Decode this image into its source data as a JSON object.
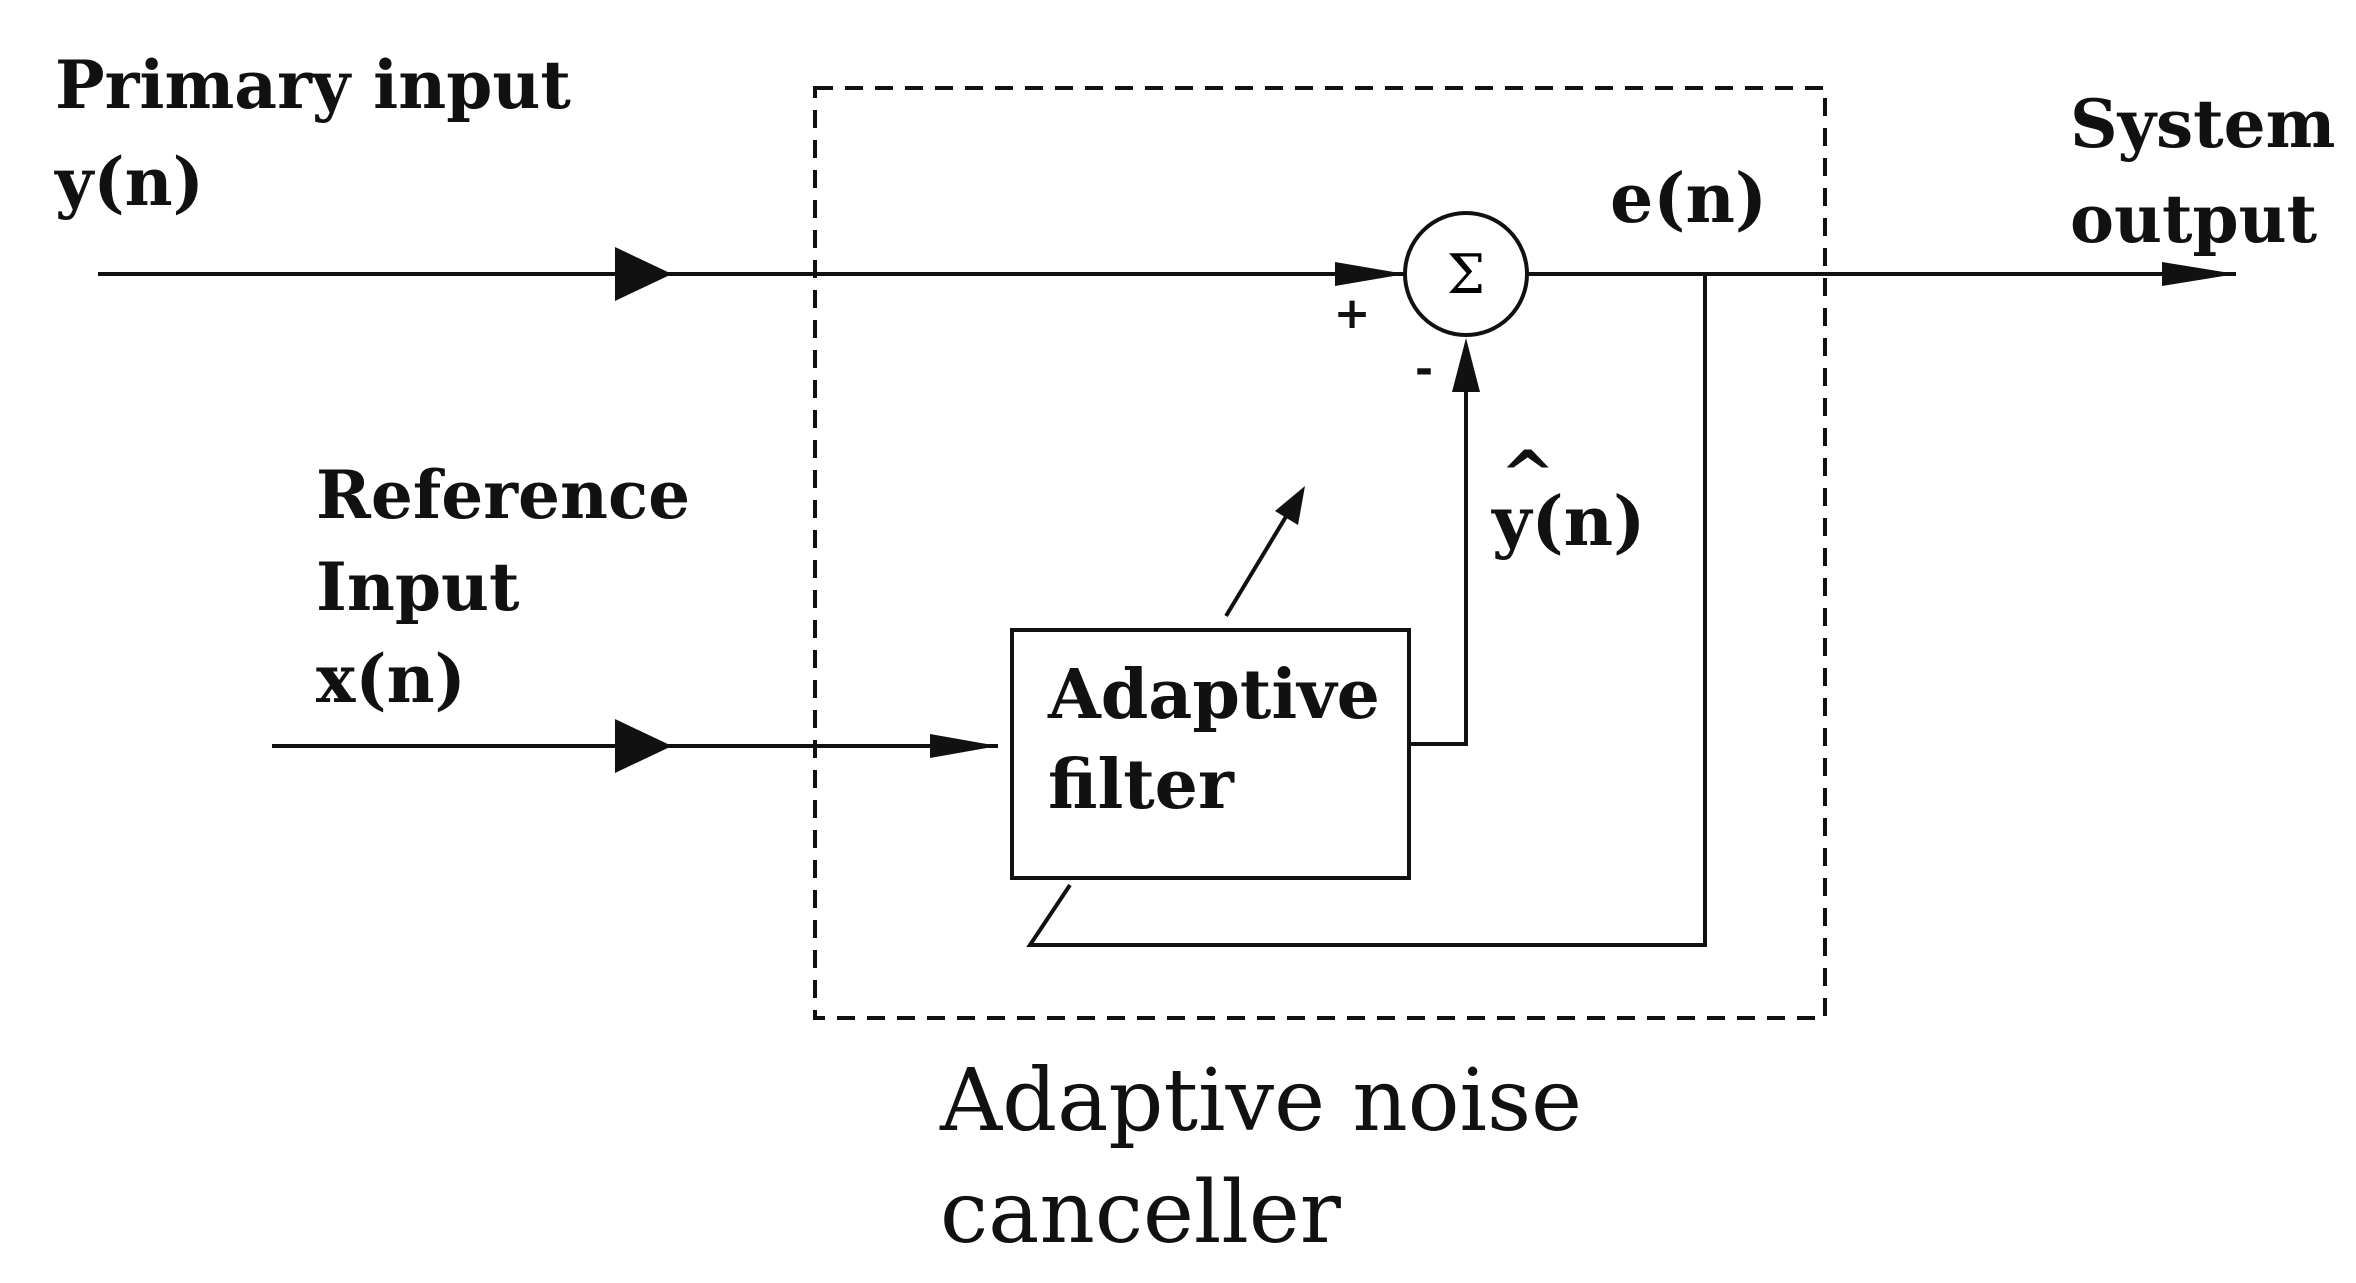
{
  "primary_input": {
    "line1": "Primary input",
    "line2": "y(n)"
  },
  "reference_input": {
    "line1": "Reference",
    "line2": "Input",
    "line3": "x(n)"
  },
  "system_output": {
    "line1": "System",
    "line2": "output"
  },
  "error_signal": "e(n)",
  "estimate_signal": {
    "hat": "^",
    "text": "y(n)"
  },
  "summing_junction": {
    "symbol": "Σ",
    "plus": "+",
    "minus": "-"
  },
  "adaptive_filter": {
    "line1": "Adaptive",
    "line2": "filter"
  },
  "canceller_caption": {
    "line1": "Adaptive noise",
    "line2": "canceller"
  }
}
